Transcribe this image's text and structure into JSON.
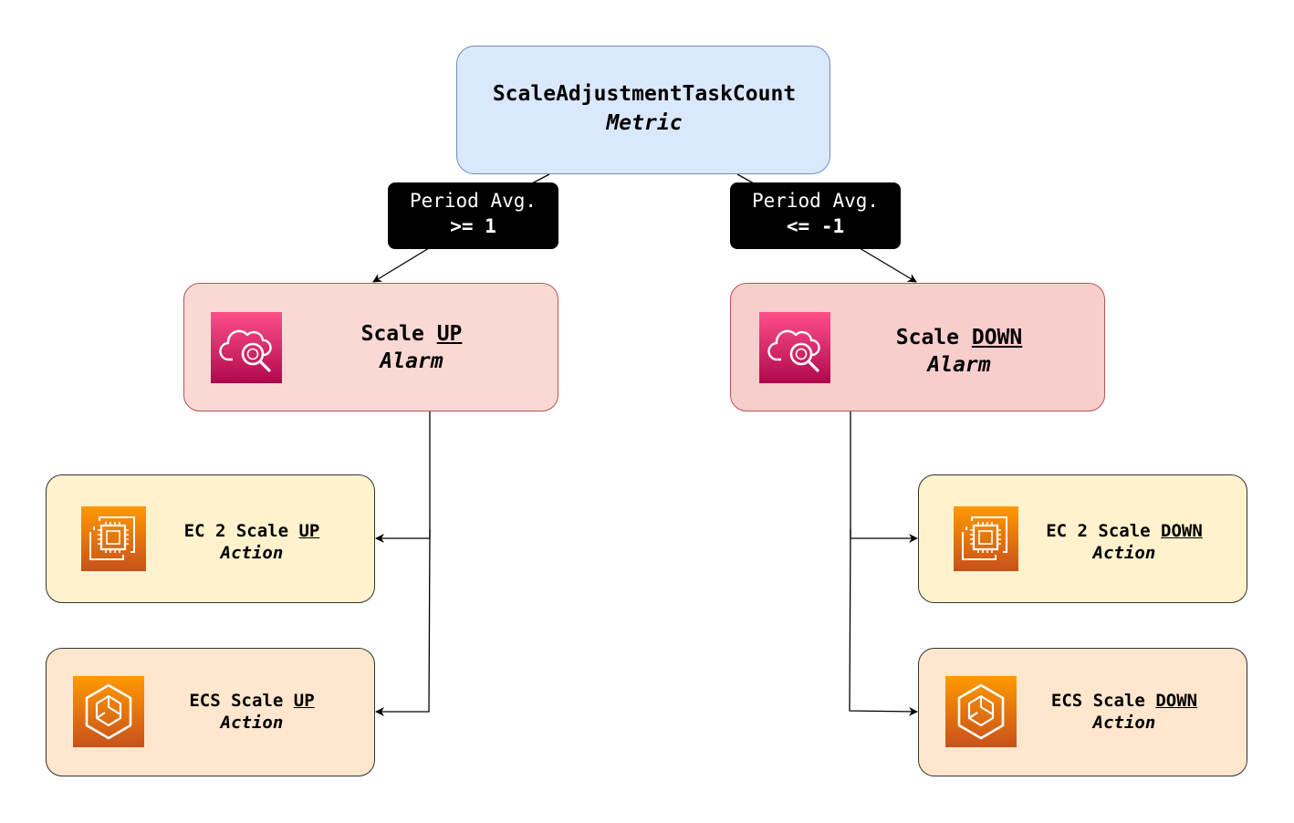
{
  "metric": {
    "title": "ScaleAdjustmentTaskCount",
    "subtitle": "Metric"
  },
  "conditions": {
    "up": {
      "label": "Period Avg.",
      "value": ">= 1"
    },
    "down": {
      "label": "Period Avg.",
      "value": "<= -1"
    }
  },
  "alarms": {
    "up": {
      "prefix": "Scale ",
      "keyword": "UP",
      "subtitle": "Alarm",
      "icon": "cloudwatch-alarm-icon"
    },
    "down": {
      "prefix": "Scale ",
      "keyword": "DOWN",
      "subtitle": "Alarm",
      "icon": "cloudwatch-alarm-icon"
    }
  },
  "actions": {
    "ec2_up": {
      "prefix": "EC 2 Scale ",
      "keyword": "UP",
      "subtitle": "Action",
      "icon": "ec2-icon"
    },
    "ecs_up": {
      "prefix": "ECS Scale ",
      "keyword": "UP",
      "subtitle": "Action",
      "icon": "ecs-icon"
    },
    "ec2_down": {
      "prefix": "EC 2 Scale ",
      "keyword": "DOWN",
      "subtitle": "Action",
      "icon": "ec2-icon"
    },
    "ecs_down": {
      "prefix": "ECS Scale ",
      "keyword": "DOWN",
      "subtitle": "Action",
      "icon": "ecs-icon"
    }
  },
  "colors": {
    "metric_fill": "#dae8fc",
    "metric_border": "#6c8ebf",
    "alarm_up_fill": "#fad9d5",
    "alarm_down_fill": "#f8cecc",
    "alarm_border": "#b85450",
    "ec2_fill": "#fff2cc",
    "ecs_fill": "#ffe6cc",
    "action_border": "#333333",
    "alarm_icon": "#d6286a",
    "aws_compute": "#e8711a",
    "tag_fill": "#000000"
  }
}
